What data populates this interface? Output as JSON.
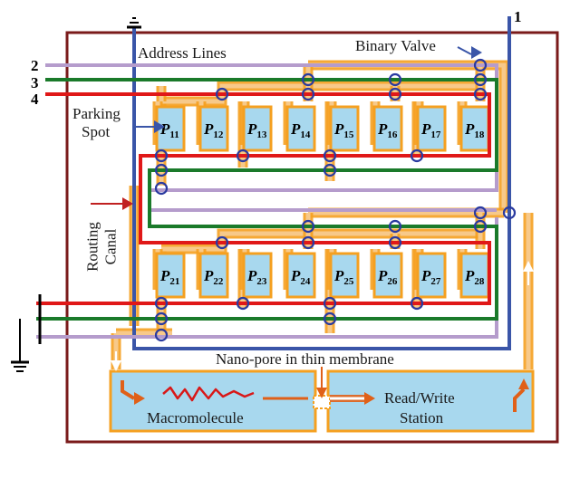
{
  "labels": {
    "address_lines": "Address Lines",
    "binary_valve": "Binary Valve",
    "parking_spot_1": "Parking",
    "parking_spot_2": "Spot",
    "routing_canal_1": "Routing",
    "routing_canal_2": "Canal",
    "nanopore": "Nano-pore in thin membrane",
    "macromolecule": "Macromolecule",
    "rw_station_1": "Read/Write",
    "rw_station_2": "Station"
  },
  "line_numbers": [
    "1",
    "2",
    "3",
    "4"
  ],
  "parking_spots_row1": [
    {
      "p": "P",
      "sub": "11"
    },
    {
      "p": "P",
      "sub": "12"
    },
    {
      "p": "P",
      "sub": "13"
    },
    {
      "p": "P",
      "sub": "14"
    },
    {
      "p": "P",
      "sub": "15"
    },
    {
      "p": "P",
      "sub": "16"
    },
    {
      "p": "P",
      "sub": "17"
    },
    {
      "p": "P",
      "sub": "18"
    }
  ],
  "parking_spots_row2": [
    {
      "p": "P",
      "sub": "21"
    },
    {
      "p": "P",
      "sub": "22"
    },
    {
      "p": "P",
      "sub": "23"
    },
    {
      "p": "P",
      "sub": "24"
    },
    {
      "p": "P",
      "sub": "25"
    },
    {
      "p": "P",
      "sub": "26"
    },
    {
      "p": "P",
      "sub": "27"
    },
    {
      "p": "P",
      "sub": "28"
    }
  ],
  "colors": {
    "frame": "#7a1a1a",
    "blue_line": "#3a55a8",
    "purple_line": "#b59ccc",
    "green_line": "#1a7a2a",
    "red_line": "#e01818",
    "canal": "#f5a020",
    "canal_fill": "#f7c98a",
    "spot_fill": "#a8d8ee",
    "valve": "#2a3aa0",
    "arrow": "#e06018"
  }
}
